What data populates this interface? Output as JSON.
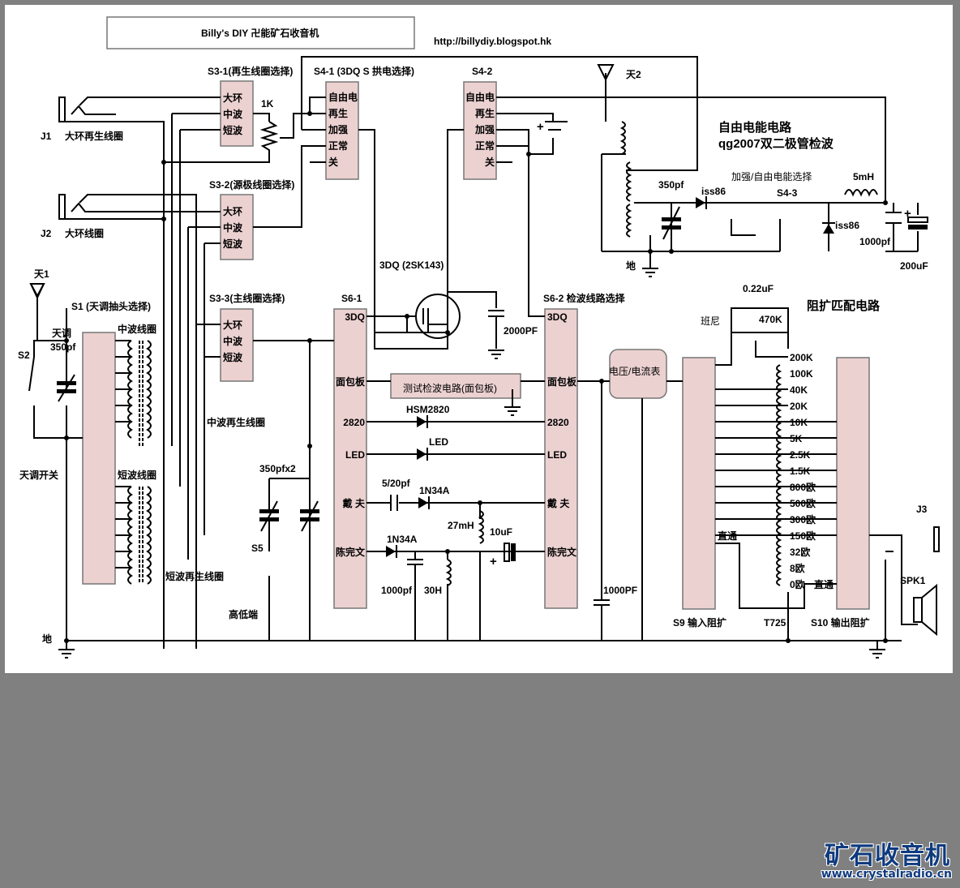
{
  "header": {
    "title": "Billy's DIY 卍能矿石收音机",
    "url": "http://billydiy.blogspot.hk"
  },
  "switches": {
    "s3_1": {
      "label": "S3-1(再生线圈选择)",
      "options": [
        "大环",
        "中波",
        "短波"
      ]
    },
    "s3_2": {
      "label": "S3-2(源极线圈选择)",
      "options": [
        "大环",
        "中波",
        "短波"
      ]
    },
    "s3_3": {
      "label": "S3-3(主线圈选择)",
      "options": [
        "大环",
        "中波",
        "短波"
      ]
    },
    "s4_1": {
      "label": "S4-1 (3DQ S 拱电选择)",
      "options": [
        "自由电",
        "再生",
        "加强",
        "正常",
        "关"
      ]
    },
    "s4_2": {
      "label": "S4-2",
      "options": [
        "自由电",
        "再生",
        "加强",
        "正常",
        "关"
      ]
    },
    "s4_3": {
      "label": "S4-3"
    },
    "s6_1": {
      "label": "S6-1",
      "options": [
        "3DQ",
        "面包板",
        "2820",
        "LED",
        "戴 夫",
        "陈完文"
      ]
    },
    "s6_2": {
      "label": "S6-2 检波线路选择",
      "options": [
        "3DQ",
        "面包板",
        "2820",
        "LED",
        "戴 夫",
        "陈完文"
      ]
    },
    "s1": {
      "label": "S1 (天调抽头选择)"
    },
    "s2": {
      "label": "S2"
    },
    "s5": {
      "label": "S5"
    },
    "s9": {
      "label": "S9 输入阻扩",
      "through": "直通"
    },
    "s10": {
      "label": "S10 输出阻扩",
      "through": "直通"
    }
  },
  "labels": {
    "j1": "J1",
    "j1_desc": "大环再生线圈",
    "j2": "J2",
    "j2_desc": "大环线圈",
    "j3": "J3",
    "pot_1k": "1K",
    "ant1": "天1",
    "ant2": "天2",
    "ant_tune": "天调",
    "ant_tune_cap": "350pf",
    "ant_tune_switch": "天调开关",
    "mw_coil": "中波线圈",
    "mw_regen_coil": "中波再生线圈",
    "sw_coil": "短波线圈",
    "sw_regen_coil": "短波再生线圈",
    "tune_cap": "350pfx2",
    "hi_lo": "高低端",
    "ground": "地",
    "ground2": "地",
    "fet": "3DQ (2SK143)",
    "cap_2000": "2000PF",
    "test_box": "测试检波电路(面包板)",
    "hsm": "HSM2820",
    "led": "LED",
    "cap_5_20": "5/20pf",
    "diode_1n34a_a": "1N34A",
    "diode_1n34a_b": "1N34A",
    "ind_27mh": "27mH",
    "cap_10uf": "10uF",
    "cap_1000pf_a": "1000pf",
    "ind_30h": "30H",
    "cap_1000pf_meter": "1000PF",
    "meter": "电压/电流表",
    "free_title1": "自由电能电路",
    "free_title2": "qg2007双二极管检波",
    "free_select": "加强/自由电能选择",
    "free_cap": "350pf",
    "iss86_a": "iss86",
    "iss86_b": "iss86",
    "ind_5mh": "5mH",
    "cap_1000pf_b": "1000pf",
    "cap_200uf": "200uF",
    "match_title": "阻扩匹配电路",
    "damping": "班尼",
    "cap_022": "0.22uF",
    "pot_470k": "470K",
    "transformer": "T725",
    "spk": "SPK1"
  },
  "taps": [
    "200K",
    "100K",
    "40K",
    "20K",
    "10K",
    "5K",
    "2.5K",
    "1.5K",
    "800欧",
    "500欧",
    "300欧",
    "150欧",
    "32欧",
    "8欧",
    "0欧"
  ],
  "watermark": {
    "name": "矿石收音机",
    "url": "www.crystalradio.cn"
  }
}
